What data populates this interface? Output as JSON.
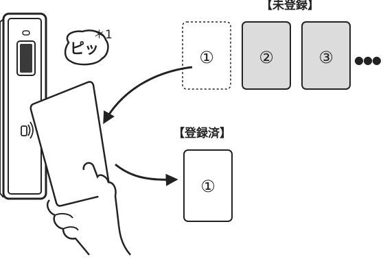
{
  "sound_bubble": {
    "text": "ピッ",
    "footnote": "＊1"
  },
  "unregistered": {
    "label": "【未登録】",
    "cards": [
      "①",
      "②",
      "③"
    ],
    "more": "●●●"
  },
  "registered": {
    "label": "【登録済】",
    "cards": [
      "①"
    ]
  },
  "colors": {
    "line": "#222222",
    "pending_card_fill": "#dcdcdc",
    "card_fill": "#ffffff",
    "reader_panel": "#3a3a3a"
  },
  "icons": [
    "nfc-reader-icon",
    "fingerprint-sensor-icon",
    "hand-icon",
    "arrow-icon"
  ]
}
